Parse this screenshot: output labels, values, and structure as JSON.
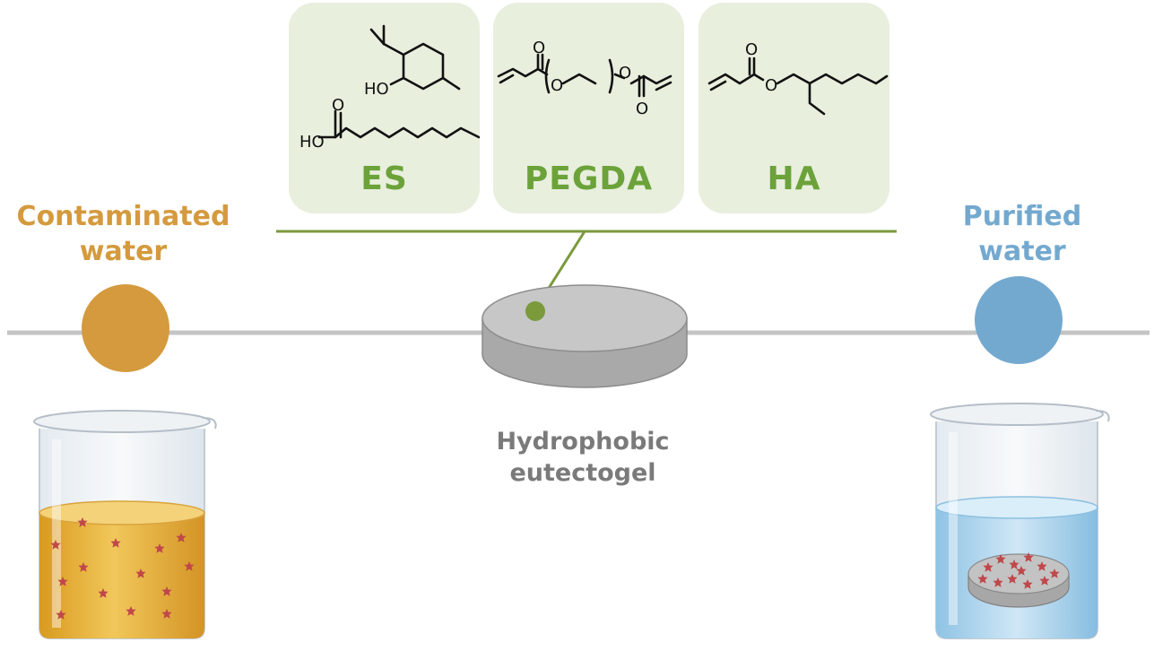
{
  "components": [
    {
      "label": "ES"
    },
    {
      "label": "PEGDA"
    },
    {
      "label": "HA"
    }
  ],
  "molecule_atoms": {
    "ho": "HO",
    "o": "O"
  },
  "stages": {
    "contaminated": {
      "line1": "Contaminated",
      "line2": "water"
    },
    "gel": {
      "line1": "Hydrophobic",
      "line2": "eutectogel"
    },
    "purified": {
      "line1": "Purified",
      "line2": "water"
    }
  },
  "colors": {
    "contaminated": "#d49a3d",
    "purified": "#74a9cf",
    "accent_green": "#6ba23a",
    "card_bg": "#e8efdd",
    "contaminant_star": "#c0474a"
  }
}
